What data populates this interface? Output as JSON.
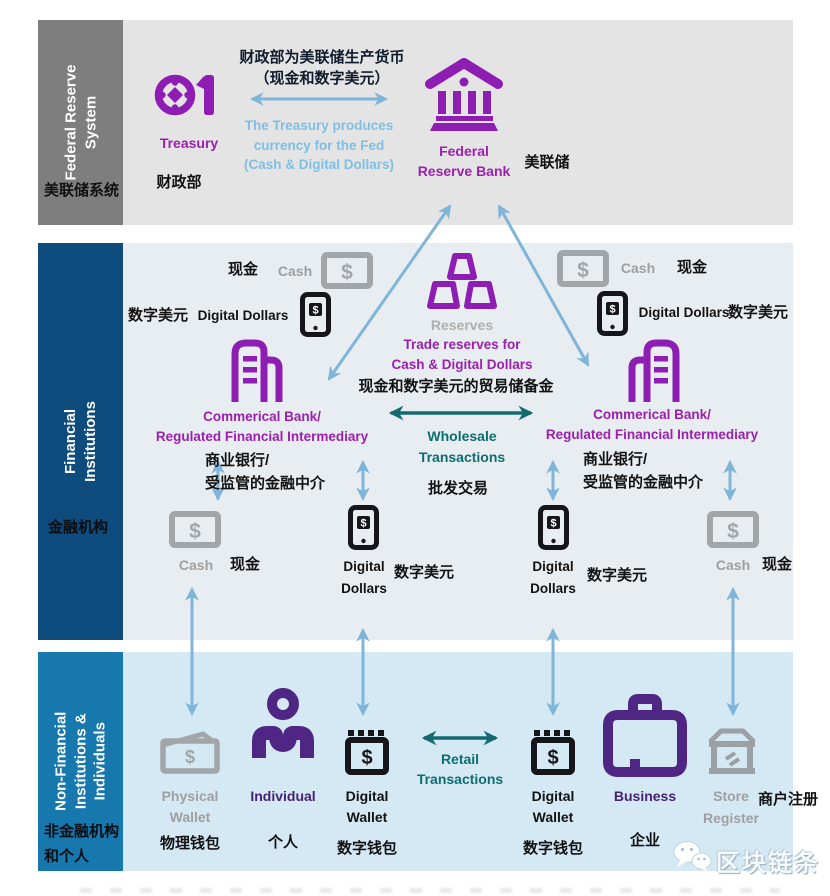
{
  "sidebars": {
    "federal": {
      "en": [
        "Federal Reserve",
        "System"
      ],
      "zh": "美联储系统"
    },
    "financial": {
      "en": [
        "Financial",
        "Institutions"
      ],
      "zh": "金融机构"
    },
    "nonfinancial": {
      "en": [
        "Non-Financial",
        "Institutions &",
        "Individuals"
      ],
      "zh": [
        "非金融机构",
        "和个人"
      ]
    }
  },
  "federal_band": {
    "produce_zh": [
      "财政部为美联储生产货币",
      "（现金和数字美元）"
    ],
    "produce_en": [
      "The Treasury produces",
      "currency for the Fed",
      "(Cash & Digital Dollars)"
    ],
    "treasury_label": "Treasury",
    "treasury_zh": "财政部",
    "fed_label": [
      "Federal",
      "Reserve Bank"
    ],
    "fed_zh": "美联储"
  },
  "shared": {
    "cash": "Cash",
    "cash_zh": "现金",
    "digital_dollars": "Digital Dollars",
    "digital": "Digital",
    "dollars": "Dollars",
    "wallet": "Wallet",
    "digital_dollars_zh": "数字美元",
    "bank_line1": "Commerical Bank/",
    "bank_line2": "Regulated Financial Intermediary",
    "bank_zh1": "商业银行/",
    "bank_zh2": "受监管的金融中介"
  },
  "center": {
    "reserves": "Reserves",
    "trade1": "Trade reserves for",
    "trade2": "Cash & Digital Dollars",
    "trade_zh": "现金和数字美元的贸易储备金",
    "wholesale1": "Wholesale",
    "wholesale2": "Transactions",
    "wholesale_zh": "批发交易",
    "retail1": "Retail",
    "retail2": "Transactions"
  },
  "bottom_band": {
    "physical1": "Physical",
    "physical2": "Wallet",
    "physical_zh": "物理钱包",
    "individual": "Individual",
    "individual_zh": "个人",
    "dwallet_zh": "数字钱包",
    "business": "Business",
    "business_zh": "企业",
    "store1": "Store",
    "store2": "Register",
    "store_zh": "商户注册"
  },
  "watermark": "区块链条",
  "icons": {
    "dollar": "$"
  },
  "colors": {
    "bright_purple": "#8d1db3",
    "dark_purple": "#4f2684",
    "navy_sidebar": "#0d4c7c",
    "blue_sidebar": "#1678ad",
    "gray_sidebar": "#7e7e7e",
    "light_blue_arrow": "#7fb5d8",
    "teal": "#156a70",
    "icon_gray": "#a2a6a9",
    "band_top_bg": "#e4e4e4",
    "band_mid_bg": "#e8edf2",
    "band_bot_bg": "#d5e9f5"
  }
}
